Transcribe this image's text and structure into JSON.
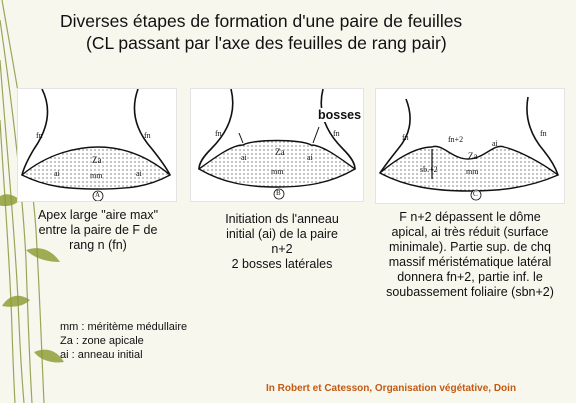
{
  "title": {
    "line1": "Diverses étapes de formation d'une paire de feuilles",
    "line2": "(CL passant par l'axe des feuilles de rang pair)"
  },
  "panels": [
    {
      "letter": "A",
      "labels": {
        "fn_left": "fn",
        "fn_right": "fn",
        "za": "Za",
        "ai_left": "ai",
        "ai_right": "ai",
        "mm": "mm"
      },
      "caption": [
        "Apex large \"aire max\"",
        "entre la paire de F de",
        "rang n (fn)"
      ]
    },
    {
      "letter": "B",
      "labels": {
        "fn_left": "fn",
        "fn_right": "fn",
        "za": "Za",
        "ai_left": "ai",
        "ai_right": "ai",
        "mm": "mm"
      },
      "callout": "bosses",
      "caption": [
        "Initiation ds l'anneau",
        "initial (ai) de la paire",
        "n+2",
        "2 bosses latérales"
      ]
    },
    {
      "letter": "C",
      "labels": {
        "fn_left": "fn",
        "fn_right": "fn",
        "fn2": "fn+2",
        "za": "Za",
        "ai": "ai",
        "sb": "sb.+2",
        "mm": "mm"
      },
      "caption": [
        "F n+2 dépassent le dôme",
        "apical, ai très réduit (surface",
        "minimale). Partie sup. de chq",
        "massif méristématique latéral",
        "donnera fn+2, partie inf. le",
        "soubassement foliaire (sbn+2)"
      ]
    }
  ],
  "legend": [
    "mm : méritème médullaire",
    "Za : zone apicale",
    "ai : anneau initial"
  ],
  "source": "In Robert et Catesson, Organisation végétative, Doin",
  "colors": {
    "background": "#f7f7ee",
    "decoration": "#7a8a2a",
    "source": "#c25a12"
  }
}
